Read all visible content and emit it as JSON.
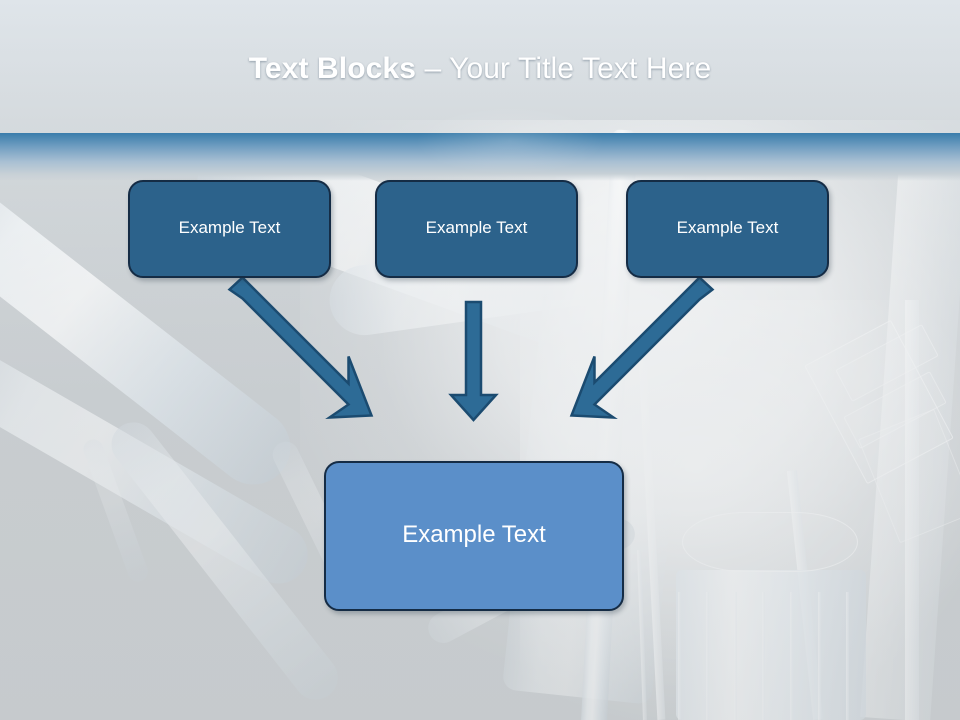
{
  "slide": {
    "title_bold": "Text Blocks ",
    "title_dash": "– ",
    "title_rest": "Your Title Text Here",
    "background_description": "industrial-pipes-photo"
  },
  "colors": {
    "banner_top": "#22496c",
    "banner_bottom": "#3a7dab",
    "box_top_fill": "#2c628b",
    "box_bottom_fill": "#5b8fc9",
    "box_border": "#152c45",
    "arrow_fill": "#2d6b96",
    "arrow_stroke": "#1b4b70",
    "title_text": "#ffffff",
    "background_base": "#c9cdd0"
  },
  "diagram": {
    "type": "converging-flow",
    "top_boxes": [
      {
        "label": "Example Text"
      },
      {
        "label": "Example Text"
      },
      {
        "label": "Example Text"
      }
    ],
    "bottom_box": {
      "label": "Example Text"
    },
    "arrows": [
      {
        "name": "arrow-left-diagonal",
        "direction": "down-right",
        "from": "top-box-1",
        "to": "bottom-box"
      },
      {
        "name": "arrow-center-vertical",
        "direction": "down",
        "from": "top-box-2",
        "to": "bottom-box"
      },
      {
        "name": "arrow-right-diagonal",
        "direction": "down-left",
        "from": "top-box-3",
        "to": "bottom-box"
      }
    ]
  }
}
